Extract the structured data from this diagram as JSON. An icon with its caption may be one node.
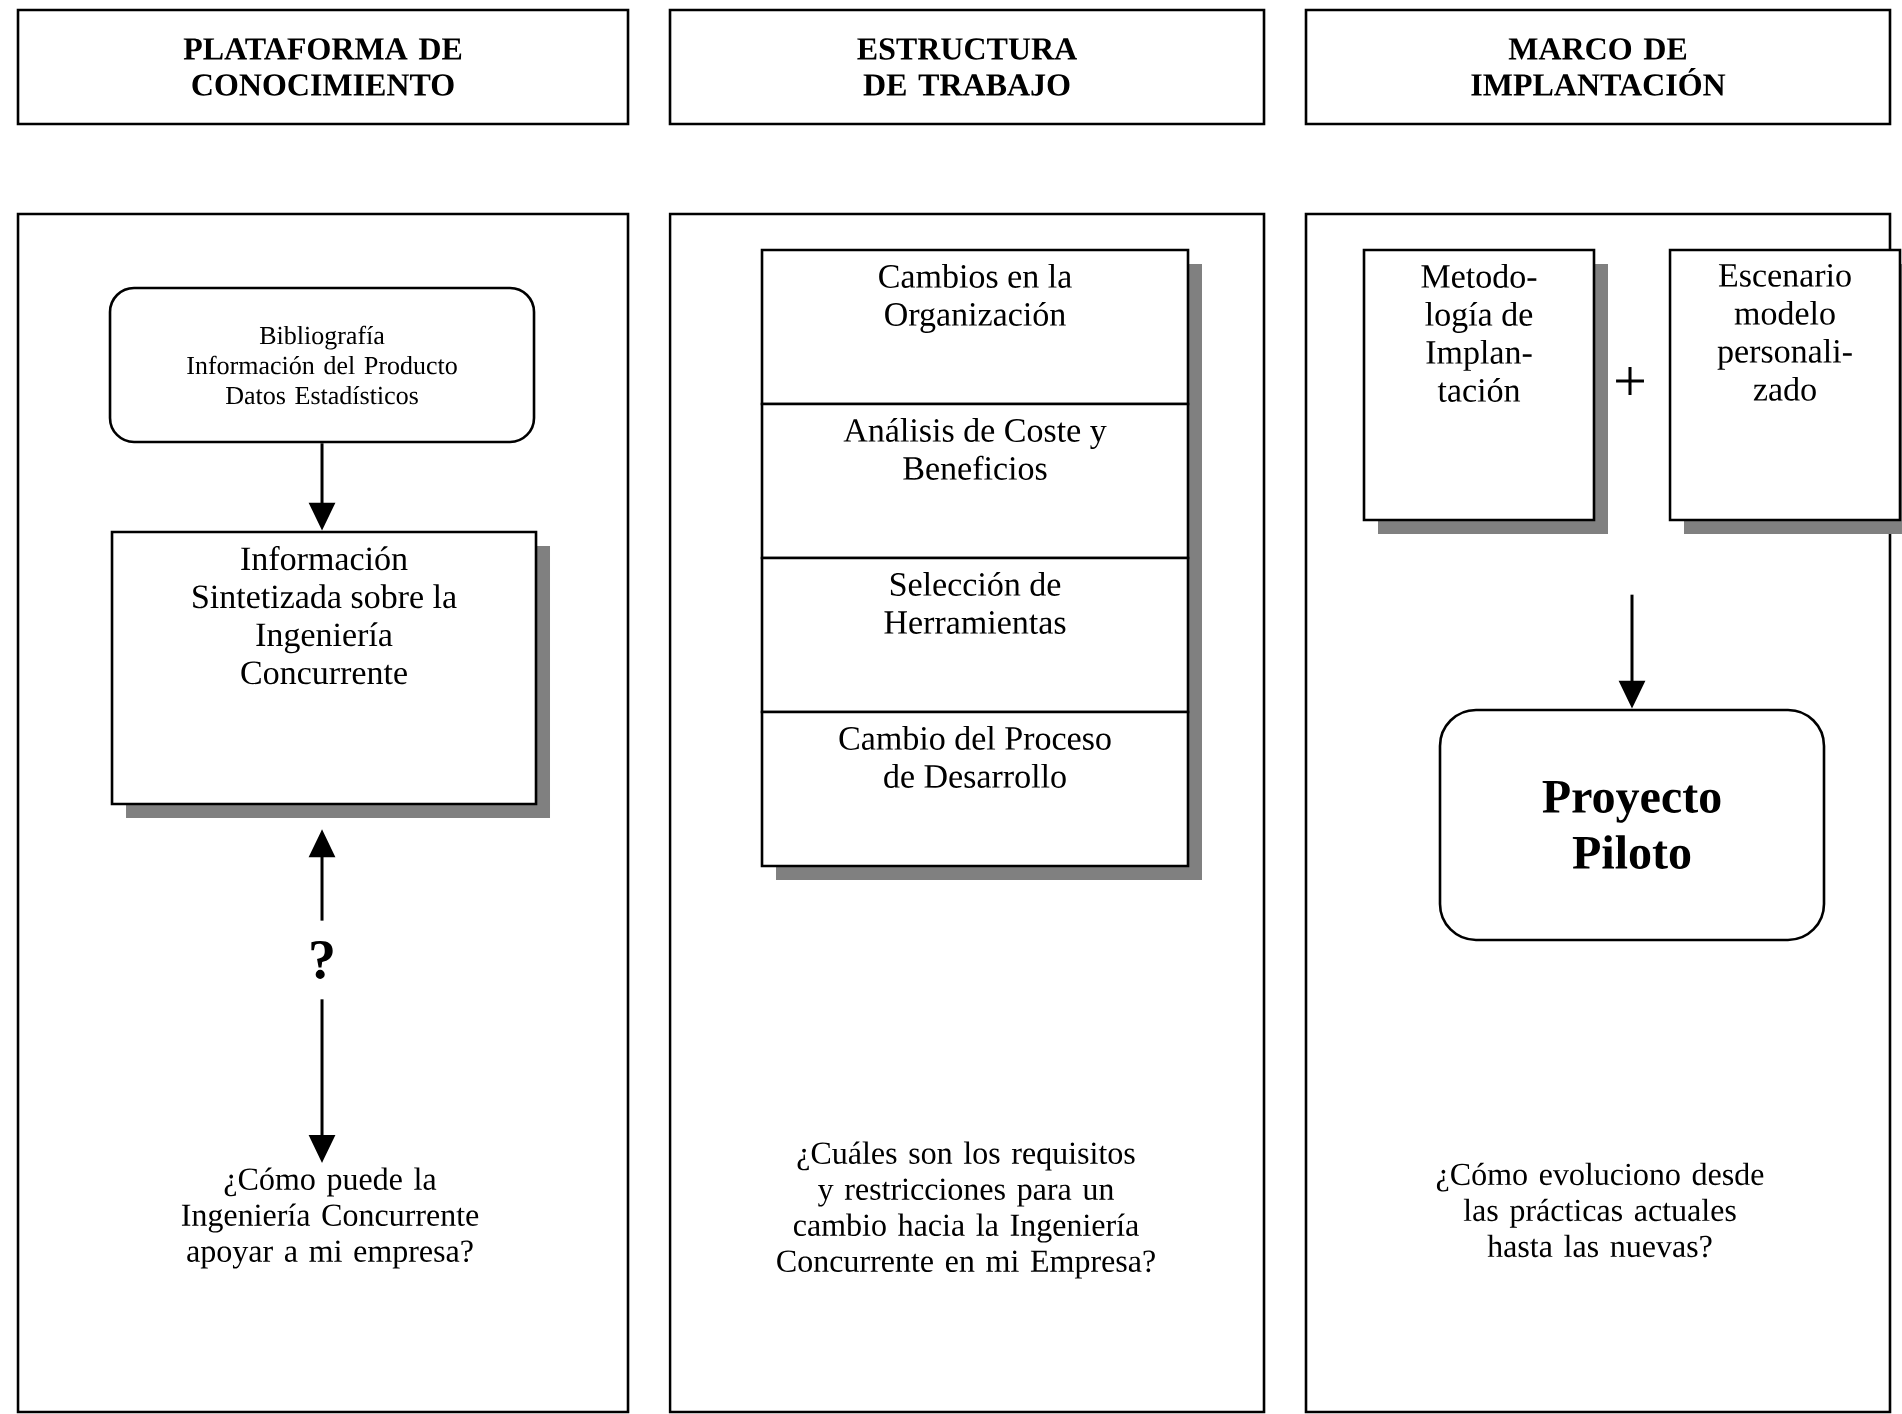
{
  "diagram": {
    "nodes": [
      {
        "text": [
          "PLATAFORMA DE CONOCIMIENTO"
        ]
      },
      {
        "text": [
          "ESTRUCTURA DE TRABAJO"
        ]
      },
      {
        "text": [
          "MARCO DE IMPLANTACIÓN"
        ]
      },
      {
        "text": [],
        "shape": "box"
      },
      {
        "text": [
          "Bibliografía",
          "Información del Producto",
          "Datos Estadísticos"
        ],
        "in": 3
      },
      {
        "text": [
          "Información Sintetizada sobre la Ingeniería Concurrente"
        ],
        "in": 3
      },
      {
        "text": [
          "?"
        ],
        "in": 3
      },
      {
        "text": [
          "¿Cómo puede la Ingeniería Concurrente apoyar a mi empresa?"
        ],
        "in": 3
      },
      {
        "text": [],
        "shape": "box"
      },
      {
        "text": [
          "Cambios en la Organización"
        ],
        "in": 8
      },
      {
        "text": [
          "Análisis de Coste y Beneficios"
        ],
        "in": 8
      },
      {
        "text": [
          "Selección de Herramientas"
        ],
        "in": 8
      },
      {
        "text": [
          "Cambio del Proceso de Desarrollo"
        ],
        "in": 8
      },
      {
        "text": [],
        "shape": "box"
      },
      {
        "text": [
          "Metodo- logía de Implan- tación"
        ],
        "in": 13
      },
      {
        "text": [
          "Escenario modelo personali- zado"
        ],
        "in": 13
      },
      {
        "text": [
          "Proyecto Piloto"
        ],
        "in": 13
      }
    ],
    "edges": [
      {
        "from": 4,
        "to": 5,
        "arrow": "to"
      },
      {
        "from": 6,
        "to": 5,
        "arrow": "to"
      },
      {
        "from": 6,
        "to": 7,
        "arrow": "to"
      },
      {
        "from": null,
        "to": 16,
        "arrow": "to"
      }
    ],
    "labels": [
      "¿Cuáles son los requisitos y restricciones para un cambio hacia la Ingeniería Concurrente en mi Empresa?",
      "+",
      "¿Cómo evoluciono desde las prácticas actuales hasta las nuevas?"
    ]
  }
}
